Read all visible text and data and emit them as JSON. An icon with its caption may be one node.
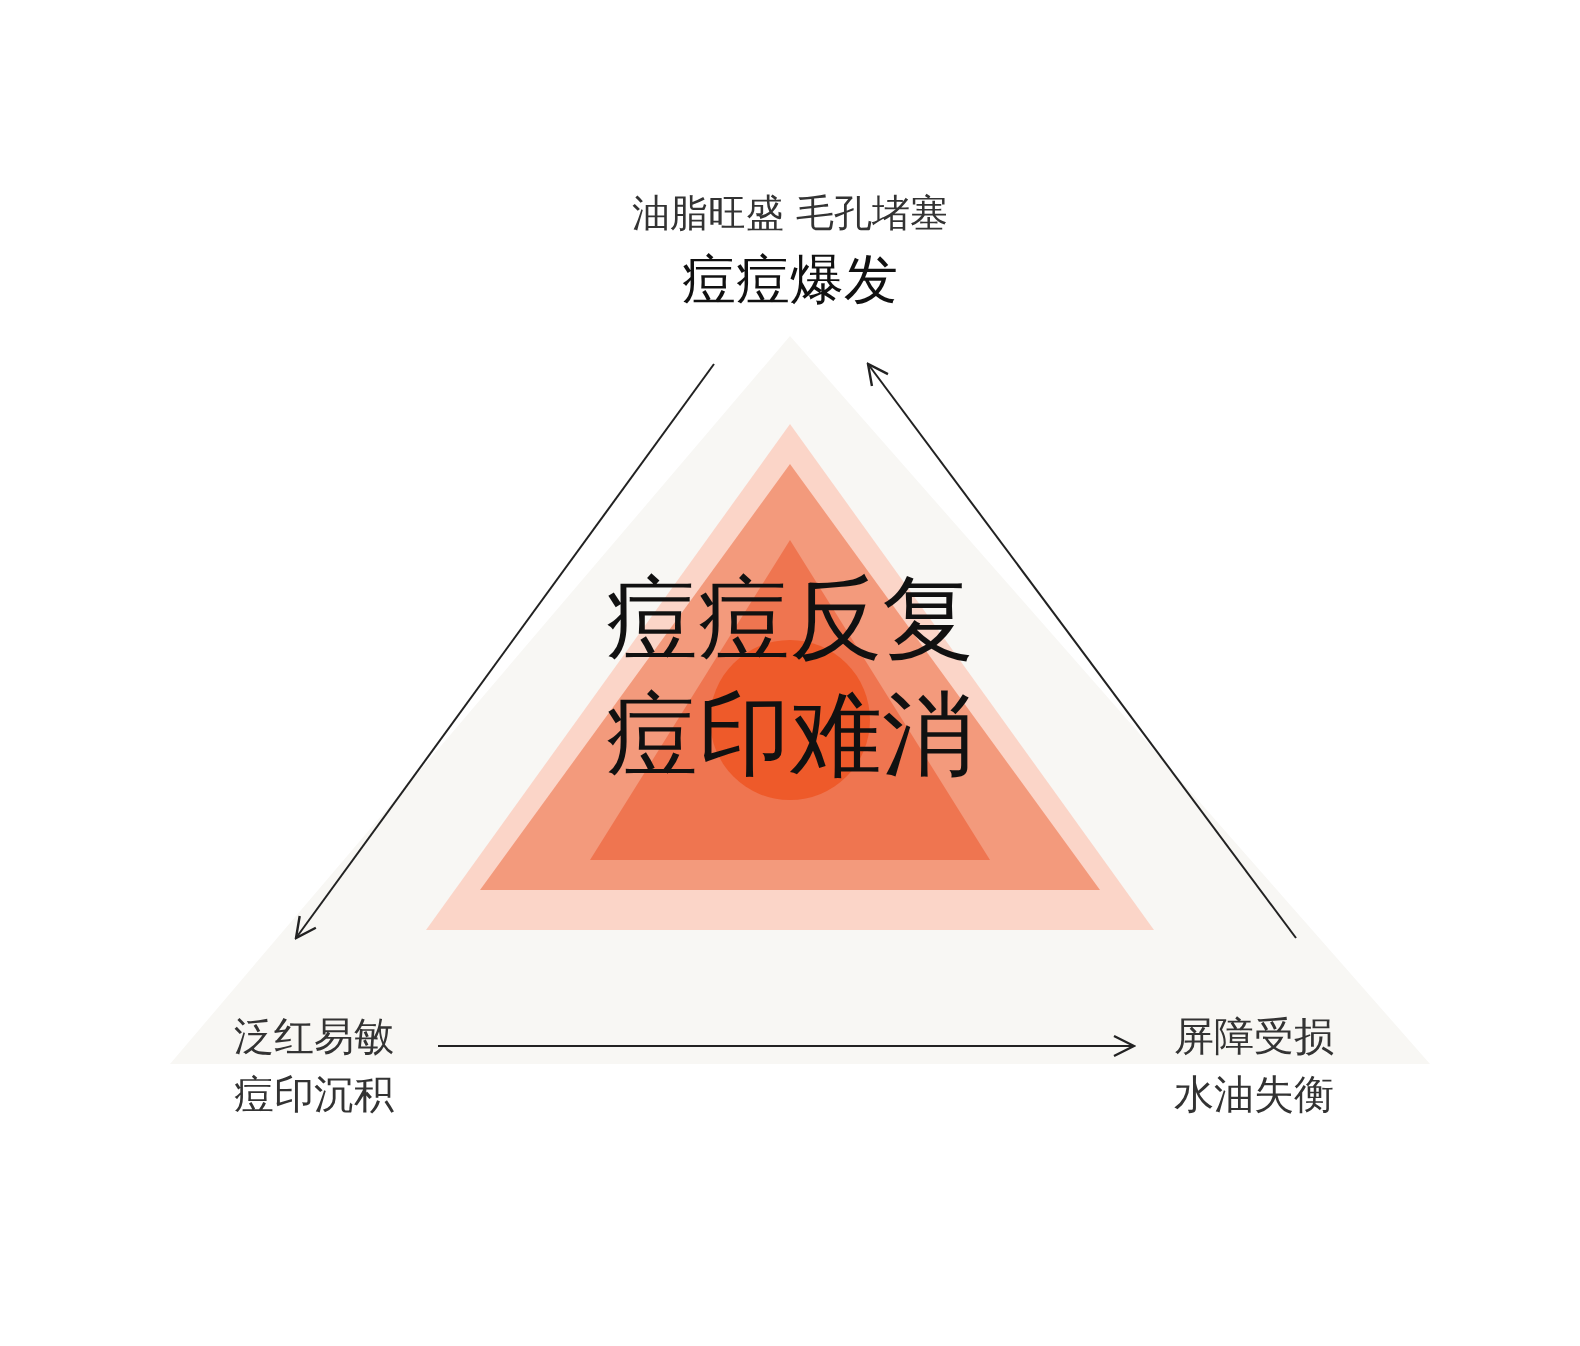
{
  "diagram": {
    "nodes": [
      {
        "text": [
          "油脂旺盛 毛孔堵塞",
          "痘痘爆发"
        ]
      },
      {
        "text": [
          "泛红易敏",
          "痘印沉积"
        ]
      },
      {
        "text": [
          "屏障受损",
          "水油失衡"
        ]
      },
      {
        "text": [
          "痘痘反复",
          "痘印难消"
        ]
      }
    ],
    "edges": [
      {
        "from": 0,
        "to": 1,
        "arrow": "to"
      },
      {
        "from": 1,
        "to": 2,
        "arrow": "to"
      },
      {
        "from": 2,
        "to": 0,
        "arrow": "to"
      }
    ]
  }
}
